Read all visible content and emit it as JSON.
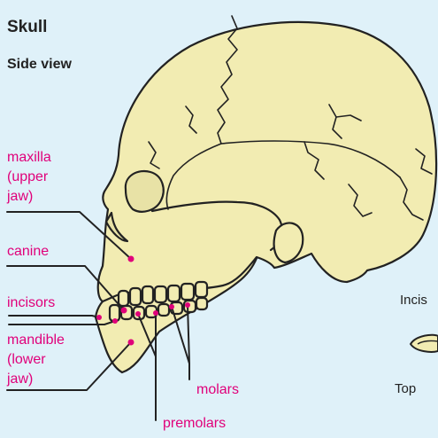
{
  "title": "Skull",
  "subtitle": "Side view",
  "labels": {
    "maxilla": [
      "maxilla",
      "(upper",
      "jaw)"
    ],
    "canine": "canine",
    "incisors": "incisors",
    "mandible": [
      "mandible",
      "(lower",
      "jaw)"
    ],
    "molars": "molars",
    "premolars": "premolars"
  },
  "side_panel": {
    "incisors_label": "Incis",
    "top_label": "Top"
  },
  "colors": {
    "background": "#dff1f9",
    "bone": "#f2ecb2",
    "outline": "#222222",
    "label": "#e0007a"
  }
}
